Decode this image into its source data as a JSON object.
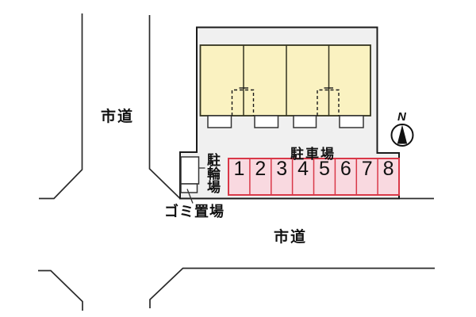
{
  "diagram": {
    "labels": {
      "road_left": "市道",
      "road_bottom": "市道",
      "parking_lot": "駐車場",
      "bicycle_parking": "駐輪場",
      "garbage_area": "ゴミ置場",
      "compass_north": "N"
    },
    "parking_spaces": [
      "1",
      "2",
      "3",
      "4",
      "5",
      "6",
      "7",
      "8"
    ],
    "building_unit_count": 4,
    "colors": {
      "site_fill": "#f0f0f0",
      "building_fill": "#faf2c1",
      "parking_fill": "#f9d9e0",
      "parking_border": "#d93848",
      "line": "#1b1b1b"
    }
  }
}
